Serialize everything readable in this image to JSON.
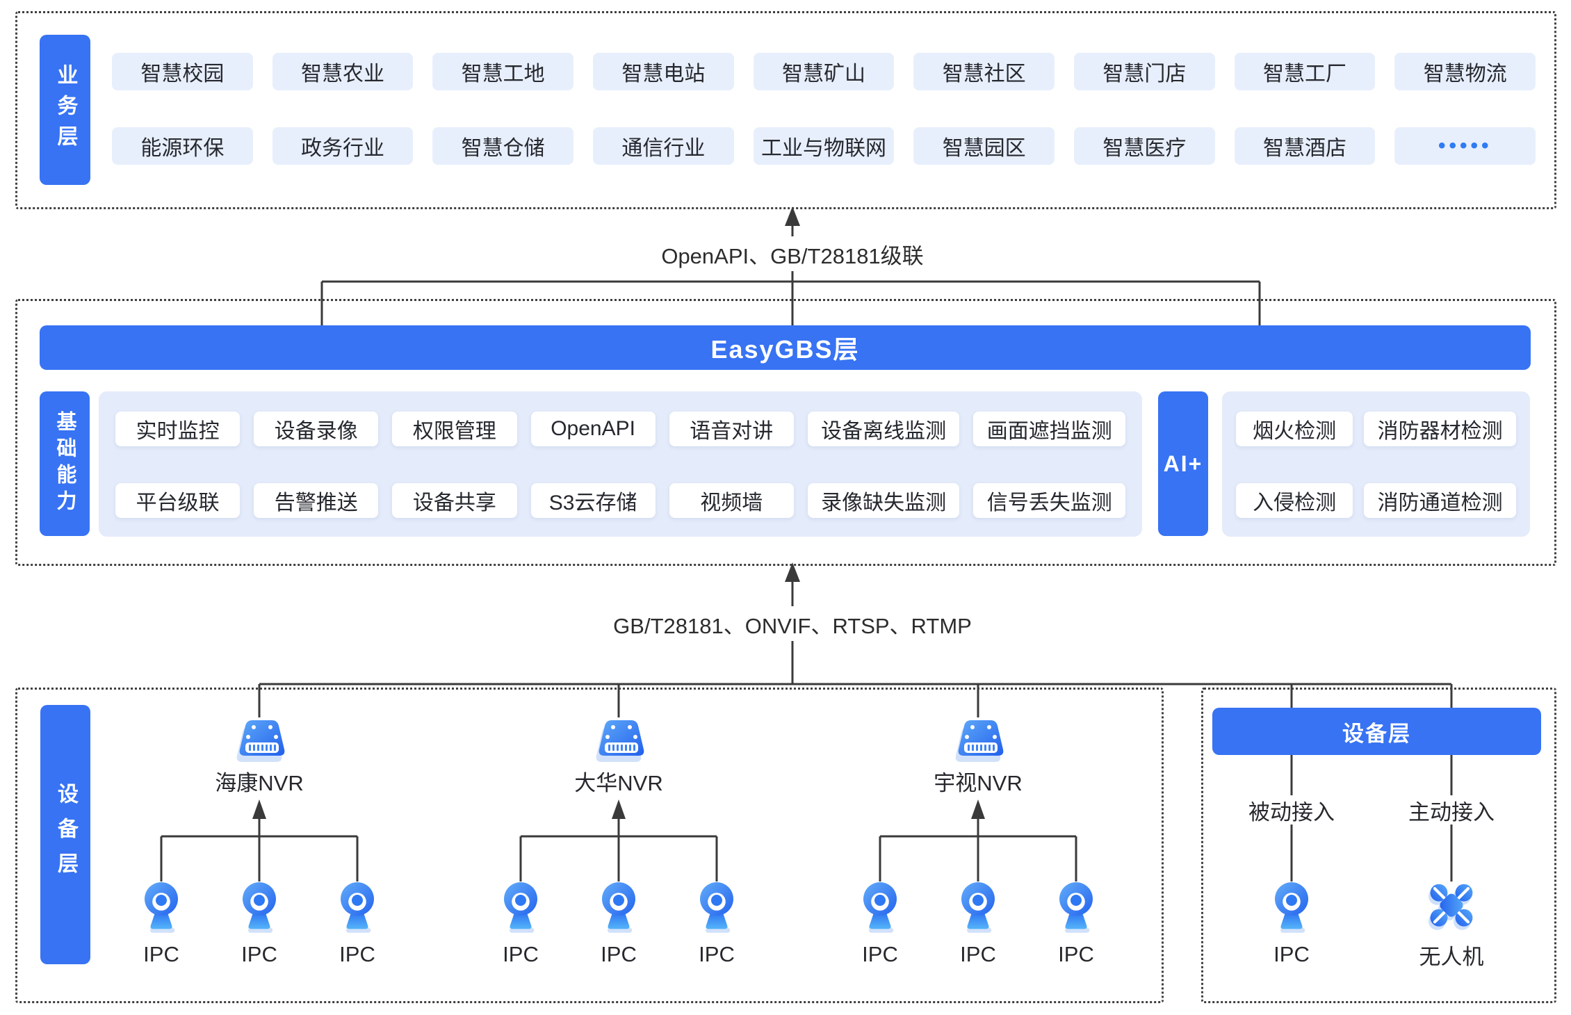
{
  "colors": {
    "primary_blue": "#3773F3",
    "chip_blue_bg": "#E8EFFC",
    "panel_bg": "#E4EBFA",
    "line": "#3A3A3A",
    "text_dark": "#25282E",
    "dots_accent": "#2F7BF3"
  },
  "business_layer": {
    "label": "业务层",
    "row1": [
      "智慧校园",
      "智慧农业",
      "智慧工地",
      "智慧电站",
      "智慧矿山",
      "智慧社区",
      "智慧门店",
      "智慧工厂",
      "智慧物流"
    ],
    "row2": [
      "能源环保",
      "政务行业",
      "智慧仓储",
      "通信行业",
      "工业与物联网",
      "智慧园区",
      "智慧医疗",
      "智慧酒店",
      "•••••"
    ]
  },
  "connectors": {
    "top_label": "OpenAPI、GB/T28181级联",
    "bottom_label": "GB/T28181、ONVIF、RTSP、RTMP"
  },
  "platform_layer": {
    "title": "EasyGBS层",
    "capability_label": "基础能力",
    "row1": [
      "实时监控",
      "设备录像",
      "权限管理",
      "OpenAPI",
      "语音对讲",
      "设备离线监测",
      "画面遮挡监测"
    ],
    "row2": [
      "平台级联",
      "告警推送",
      "设备共享",
      "S3云存储",
      "视频墙",
      "录像缺失监测",
      "信号丢失监测"
    ],
    "ai_label": "AI+",
    "ai_row1": [
      "烟火检测",
      "消防器材检测"
    ],
    "ai_row2": [
      "入侵检测",
      "消防通道检测"
    ]
  },
  "device_layer_left": {
    "label": "设备层",
    "groups": [
      {
        "name": "海康NVR",
        "icon": "nvr-icon",
        "cameras": [
          "IPC",
          "IPC",
          "IPC"
        ]
      },
      {
        "name": "大华NVR",
        "icon": "nvr-icon",
        "cameras": [
          "IPC",
          "IPC",
          "IPC"
        ]
      },
      {
        "name": "宇视NVR",
        "icon": "nvr-icon",
        "cameras": [
          "IPC",
          "IPC",
          "IPC"
        ]
      }
    ]
  },
  "device_layer_right": {
    "banner": "设备层",
    "columns": [
      {
        "access": "被动接入",
        "device": "IPC",
        "icon": "ipc-camera-icon"
      },
      {
        "access": "主动接入",
        "device": "无人机",
        "icon": "drone-icon"
      }
    ]
  }
}
